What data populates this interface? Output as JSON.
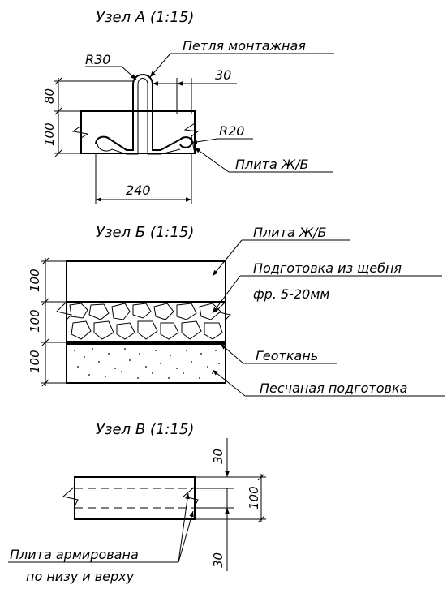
{
  "node_a": {
    "title": "Узел А (1:15)",
    "r30": "R30",
    "r20": "R20",
    "loop_label": "Петля монтажная",
    "dim_30": "30",
    "dim_80": "80",
    "dim_100": "100",
    "dim_240": "240",
    "slab_label": "Плита Ж/Б"
  },
  "node_b": {
    "title": "Узел Б (1:15)",
    "slab_label": "Плита Ж/Б",
    "gravel_label_1": "Подготовка из щебня",
    "gravel_label_2": "фр. 5-20мм",
    "geotextile_label": "Геоткань",
    "sand_label": "Песчаная подготовка",
    "dim_top": "100",
    "dim_mid": "100",
    "dim_bot": "100"
  },
  "node_v": {
    "title": "Узел В (1:15)",
    "dim_top": "30",
    "dim_total": "100",
    "dim_bot": "30",
    "note_1": "Плита армирована",
    "note_2": "по низу и верху"
  }
}
